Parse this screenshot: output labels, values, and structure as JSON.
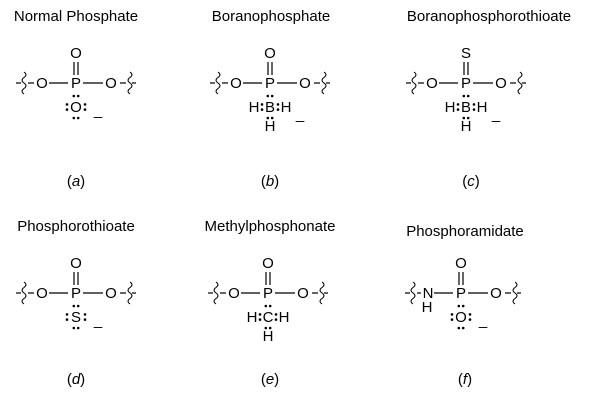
{
  "panels": [
    {
      "title": "Normal  Phosphate",
      "label_letter": "a",
      "left": "O",
      "center": "P",
      "right": "O",
      "top": "O",
      "bottom": {
        "kind": "anion",
        "atom": "O",
        "charge": "_"
      }
    },
    {
      "title": "Boranophosphate",
      "label_letter": "b",
      "left": "O",
      "center": "P",
      "right": "O",
      "top": "O",
      "bottom": {
        "kind": "hydride",
        "atom": "B",
        "side": "H",
        "charge": "_"
      }
    },
    {
      "title": "Boranophosphorothioate",
      "label_letter": "c",
      "left": "O",
      "center": "P",
      "right": "O",
      "top": "S",
      "bottom": {
        "kind": "hydride",
        "atom": "B",
        "side": "H",
        "charge": "_"
      }
    },
    {
      "title": "Phosphorothioate",
      "label_letter": "d",
      "left": "O",
      "center": "P",
      "right": "O",
      "top": "O",
      "bottom": {
        "kind": "anion",
        "atom": "S",
        "charge": "_"
      }
    },
    {
      "title": "Methylphosphonate",
      "label_letter": "e",
      "left": "O",
      "center": "P",
      "right": "O",
      "top": "O",
      "bottom": {
        "kind": "hydride",
        "atom": "C",
        "side": "H",
        "charge": ""
      }
    },
    {
      "title": "Phosphoramidate",
      "label_letter": "f",
      "left": "N",
      "left_sub": "H",
      "center": "P",
      "right": "O",
      "top": "O",
      "bottom": {
        "kind": "anion",
        "atom": "O",
        "charge": "_"
      }
    }
  ]
}
